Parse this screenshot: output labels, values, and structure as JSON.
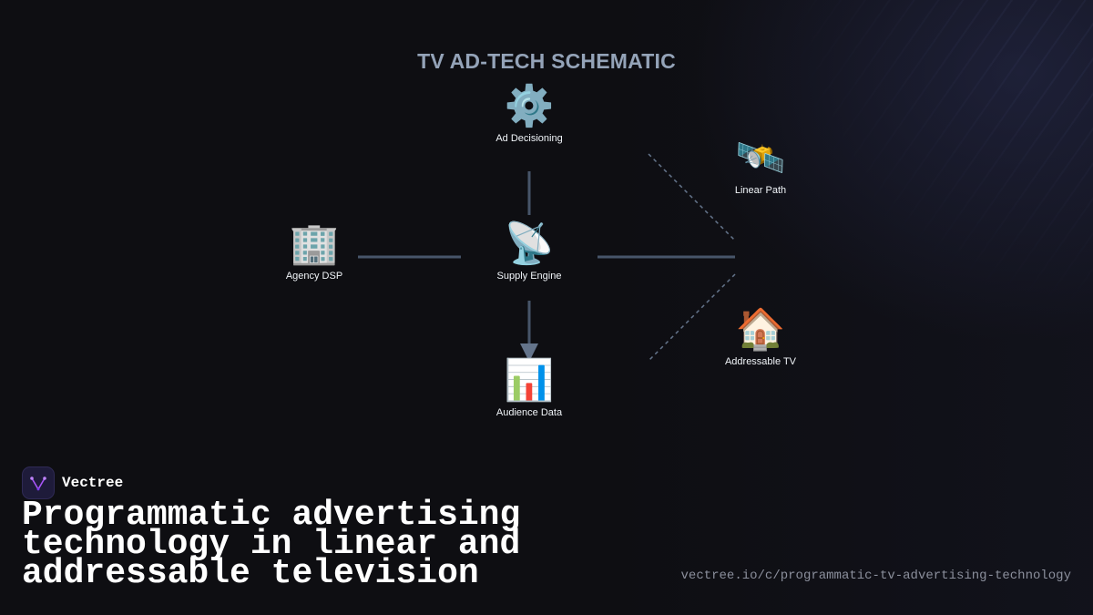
{
  "diagram": {
    "title": "TV AD-TECH SCHEMATIC",
    "nodes": {
      "ad_decisioning": {
        "icon": "⚙️",
        "icon_name": "gear-icon",
        "label": "Ad Decisioning"
      },
      "linear_path": {
        "icon": "🛰️",
        "icon_name": "satellite-icon",
        "label": "Linear Path"
      },
      "agency_dsp": {
        "icon": "🏢",
        "icon_name": "office-building-icon",
        "label": "Agency DSP"
      },
      "supply_engine": {
        "icon": "📡",
        "icon_name": "satellite-dish-icon",
        "label": "Supply Engine"
      },
      "addressable_tv": {
        "icon": "🏠",
        "icon_name": "house-icon",
        "label": "Addressable TV"
      },
      "audience_data": {
        "icon": "📊",
        "icon_name": "bar-chart-icon",
        "label": "Audience Data"
      }
    },
    "colors": {
      "connector": "#475569",
      "arrow": "#64748b",
      "dashed": "#64748b",
      "title": "#94a3b8"
    }
  },
  "brand": {
    "name": "Vectree",
    "logo_icon": "vectree-logo-icon",
    "accent": "#a855f7"
  },
  "headline": "Programmatic advertising technology in linear and addressable television",
  "url": "vectree.io/c/programmatic-tv-advertising-technology"
}
